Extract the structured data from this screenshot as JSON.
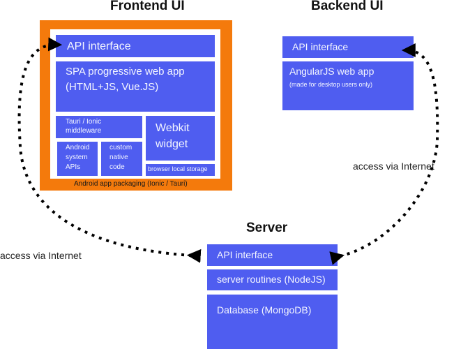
{
  "frontend": {
    "title": "Frontend UI",
    "api_interface": "API interface",
    "spa_line1": "SPA progressive web app",
    "spa_line2": "(HTML+JS, Vue.JS)",
    "tauri_line1": "Tauri / Ionic",
    "tauri_line2": "middleware",
    "android_line1": "Android",
    "android_line2": "system",
    "android_line3": "APIs",
    "native_line1": "custom",
    "native_line2": "native",
    "native_line3": "code",
    "webkit_line1": "Webkit",
    "webkit_line2": "widget",
    "local_storage": "browser local storage",
    "packaging": "Android app packaging (Ionic / Tauri)"
  },
  "backend": {
    "title": "Backend UI",
    "api_interface": "API interface",
    "app_line1": "AngularJS web app",
    "app_line2": "(made for desktop users only)"
  },
  "server": {
    "title": "Server",
    "api_interface": "API interface",
    "routines": "server routines (NodeJS)",
    "database": "Database (MongoDB)"
  },
  "connections": {
    "left_label": "access via Internet",
    "right_label": "access via Internet"
  },
  "colors": {
    "box_blue": "#4f5df0",
    "packaging_orange": "#f47a0c",
    "arrow": "#000000"
  }
}
